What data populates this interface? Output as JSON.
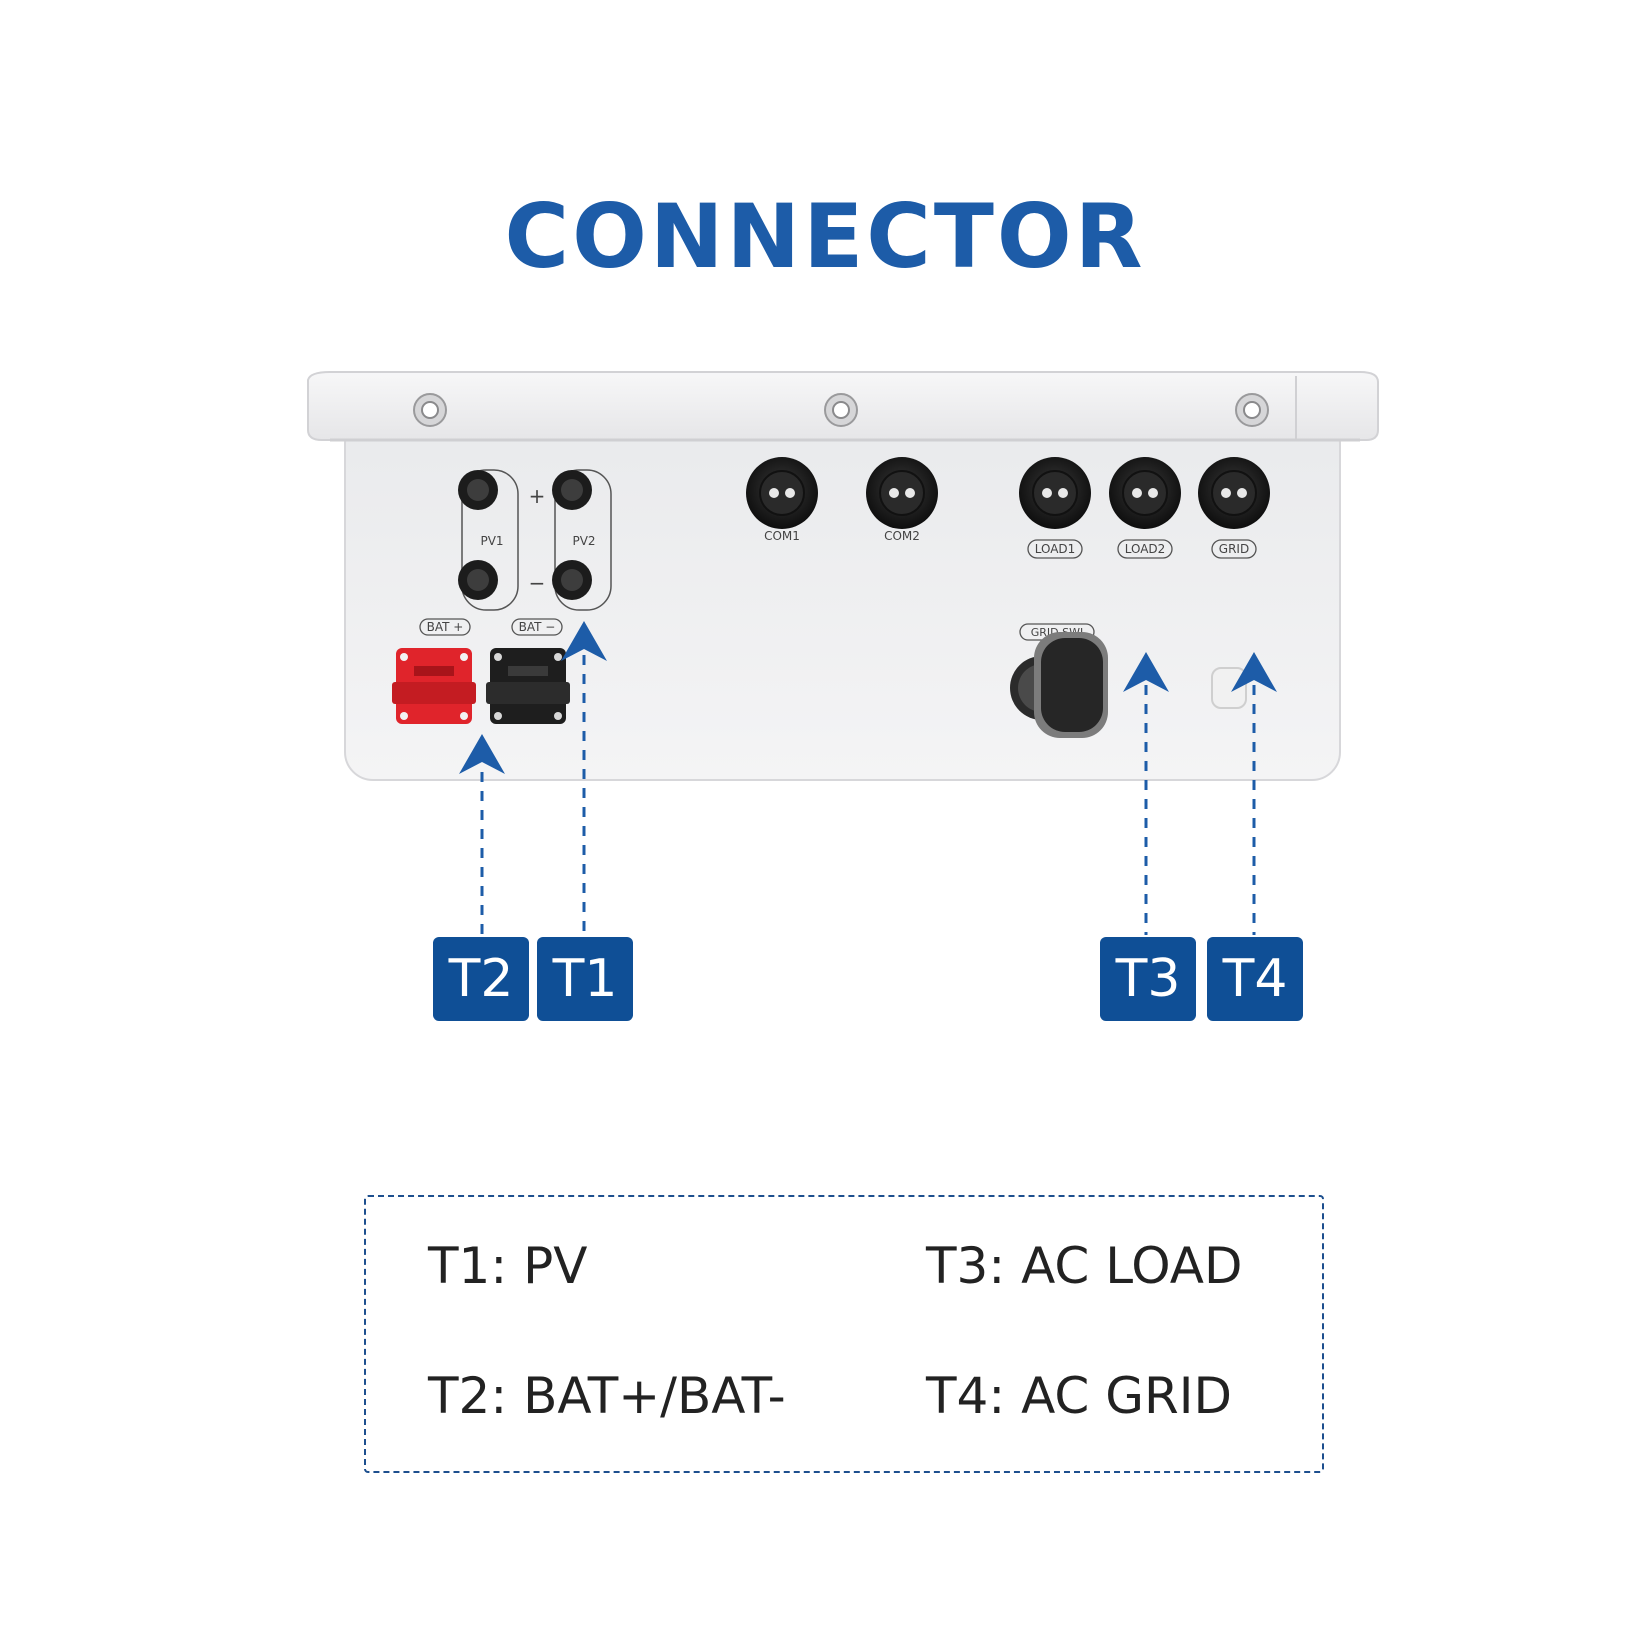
{
  "title": "CONNECTOR",
  "device_labels": {
    "pv1": "PV1",
    "pv2": "PV2",
    "plus": "+",
    "minus": "−",
    "bat_plus": "BAT +",
    "bat_minus": "BAT −",
    "com1": "COM1",
    "com2": "COM2",
    "load1": "LOAD1",
    "load2": "LOAD2",
    "grid": "GRID",
    "grid_switch": "GRID SWI"
  },
  "tags": [
    "T2",
    "T1",
    "T3",
    "T4"
  ],
  "legend": {
    "t1": "T1: PV",
    "t2": "T2: BAT+/BAT-",
    "t3": "T3: AC LOAD",
    "t4": "T4: AC GRID"
  },
  "colors": {
    "title": "#1d5ca8",
    "tag_bg": "#0f4f96",
    "arrow": "#1d5ca8",
    "bat_plus": "#e0242b",
    "bat_minus": "#1e1e1e"
  }
}
